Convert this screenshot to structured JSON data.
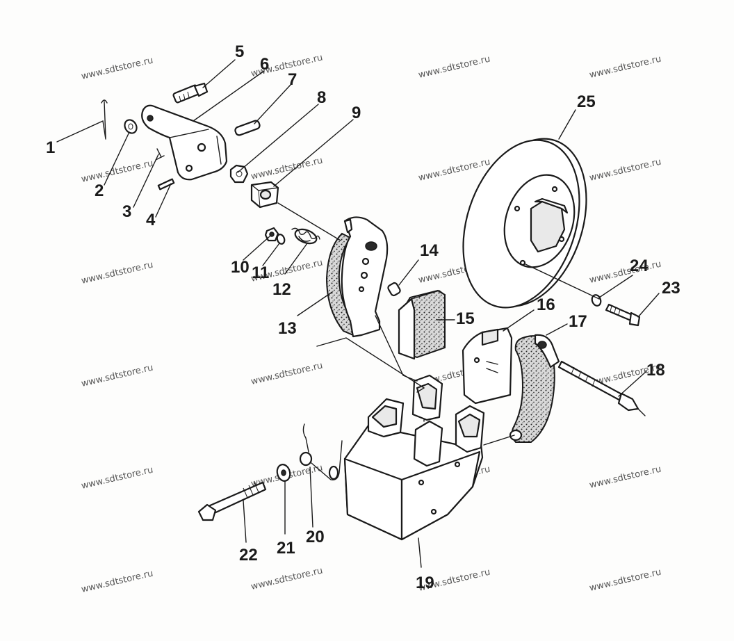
{
  "watermark_text": "www.sdtstore.ru",
  "callouts": [
    "1",
    "2",
    "3",
    "4",
    "5",
    "6",
    "7",
    "8",
    "9",
    "10",
    "11",
    "12",
    "13",
    "14",
    "15",
    "16",
    "17",
    "18",
    "19",
    "20",
    "21",
    "22",
    "23",
    "24",
    "25"
  ]
}
